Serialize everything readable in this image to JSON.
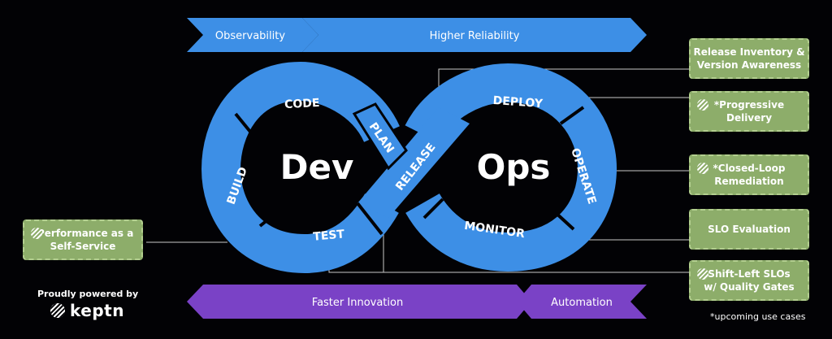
{
  "top_arrows": {
    "observability": "Observability",
    "higher_reliability": "Higher Reliability"
  },
  "bottom_arrows": {
    "faster_innovation": "Faster Innovation",
    "automation": "Automation"
  },
  "loop": {
    "dev": "Dev",
    "ops": "Ops",
    "stages": {
      "code": "CODE",
      "plan": "PLAN",
      "build": "BUILD",
      "test": "TEST",
      "release": "RELEASE",
      "deploy": "DEPLOY",
      "operate": "OPERATE",
      "monitor": "MONITOR"
    }
  },
  "use_cases": {
    "release_inventory": "Release Inventory &\nVersion Awareness",
    "progressive_delivery": "*Progressive\nDelivery",
    "closed_loop": "*Closed-Loop\nRemediation",
    "slo_evaluation": "SLO Evaluation",
    "shift_left": "Shift-Left SLOs\nw/ Quality Gates",
    "performance": "*Performance as a\nSelf-Service"
  },
  "footnote": "*upcoming use cases",
  "powered_by": "Proudly powered by",
  "brand": "keptn",
  "colors": {
    "blue": "#3d8fe6",
    "purple": "#7a42c6",
    "green": "#8dad6a",
    "background": "#020205"
  }
}
